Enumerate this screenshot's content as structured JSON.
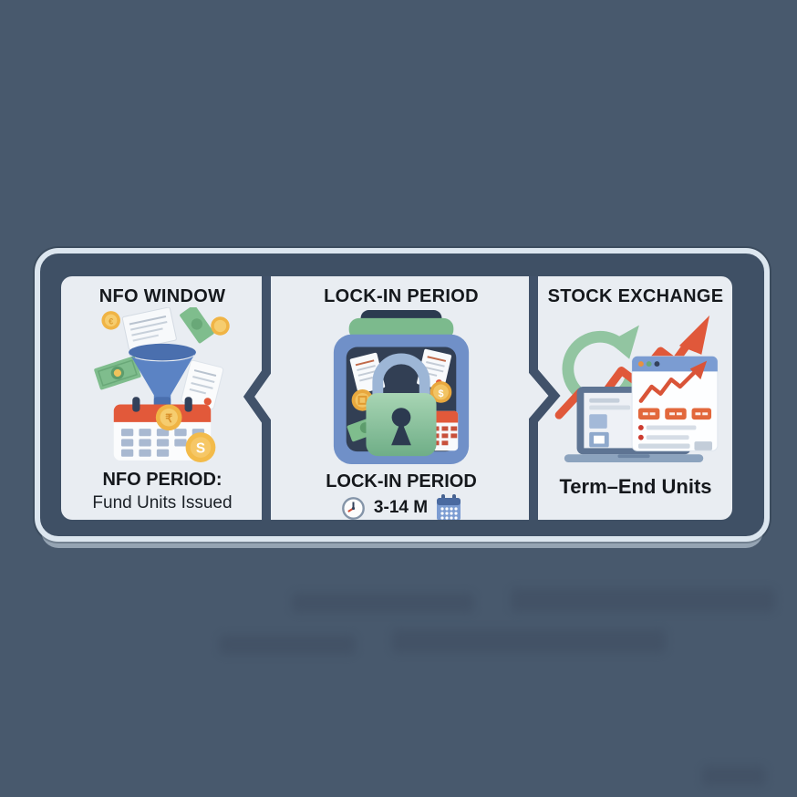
{
  "figure_type": "process-flow-infographic",
  "colors": {
    "background": "#48596d",
    "container_fill": "#3f5065",
    "container_border": "#dce6ef",
    "panel_fill": "#e9edf2",
    "divider": "#41526a",
    "title_text": "#15181c",
    "accent_orange": "#e0583a",
    "accent_green": "#7fbd8d",
    "accent_blue": "#5b83c4",
    "accent_gold": "#f0b445",
    "padlock_green": "#8cc9a1",
    "vault_blue": "#7090c8"
  },
  "separators": [
    {
      "name": "chevron-left-separator",
      "direction": "left"
    },
    {
      "name": "chevron-right-separator",
      "direction": "right"
    }
  ],
  "panels": [
    {
      "id": "nfo-window",
      "title": "NFO WINDOW",
      "icon": "funnel-money-calendar-icon",
      "icon_parts": [
        "coin-icon",
        "paper-stack-icon",
        "money-bill-icon",
        "funnel-icon",
        "document-icon",
        "calendar-icon"
      ],
      "coin_symbols": {
        "euro": "€",
        "rupee": "₹",
        "s": "S"
      },
      "caption_title": "NFO PERIOD:",
      "caption_sub": "Fund Units Issued"
    },
    {
      "id": "lock-in-period",
      "title": "LOCK-IN PERIOD",
      "icon": "vault-padlock-icon",
      "icon_parts": [
        "vault-icon",
        "padlock-icon",
        "document-icon",
        "coin-icon",
        "money-bill-icon",
        "calendar-icon"
      ],
      "coin_symbols": {
        "dollar": "$"
      },
      "caption_title": "LOCK-IN PERIOD",
      "duration": "3-14 M",
      "caption_icons": [
        "clock-icon",
        "calendar-icon"
      ]
    },
    {
      "id": "stock-exchange",
      "title": "STOCK EXCHANGE",
      "icon": "laptop-stock-chart-icon",
      "icon_parts": [
        "circular-arrow-icon",
        "growth-arrow-icon",
        "laptop-icon",
        "browser-window-icon"
      ],
      "caption_title": "Term–End Units"
    }
  ]
}
